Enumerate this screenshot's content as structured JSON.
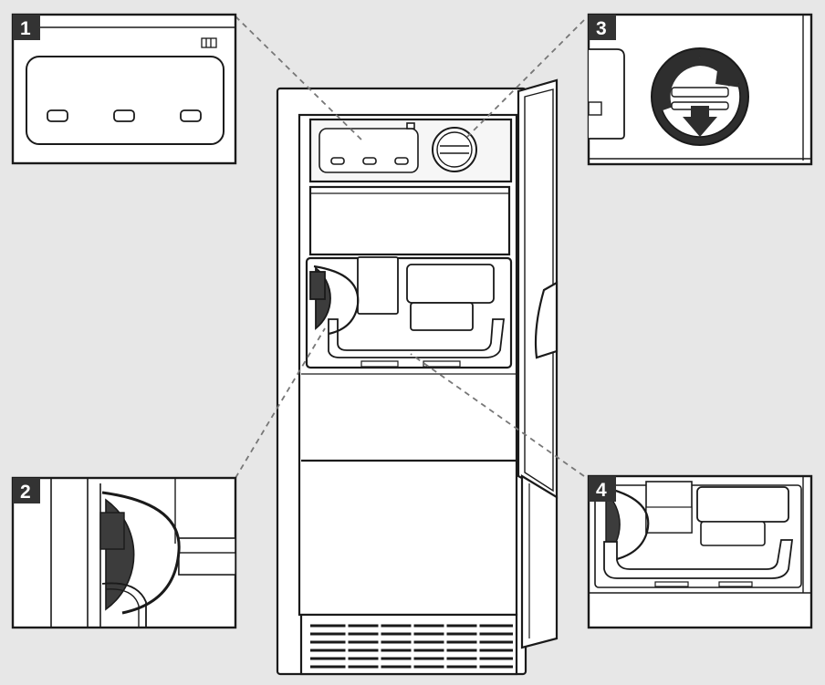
{
  "callouts": [
    {
      "number": "1",
      "subject": "control-panel"
    },
    {
      "number": "2",
      "subject": "scoop-holder"
    },
    {
      "number": "3",
      "subject": "water-filter-cap"
    },
    {
      "number": "4",
      "subject": "ice-bin"
    }
  ],
  "colors": {
    "background": "#e7e7e7",
    "line": "#1a1a1a",
    "panel_fill": "#ffffff",
    "badge": "#333333",
    "dark_part": "#3c3c3c",
    "leader_line": "#777777"
  }
}
